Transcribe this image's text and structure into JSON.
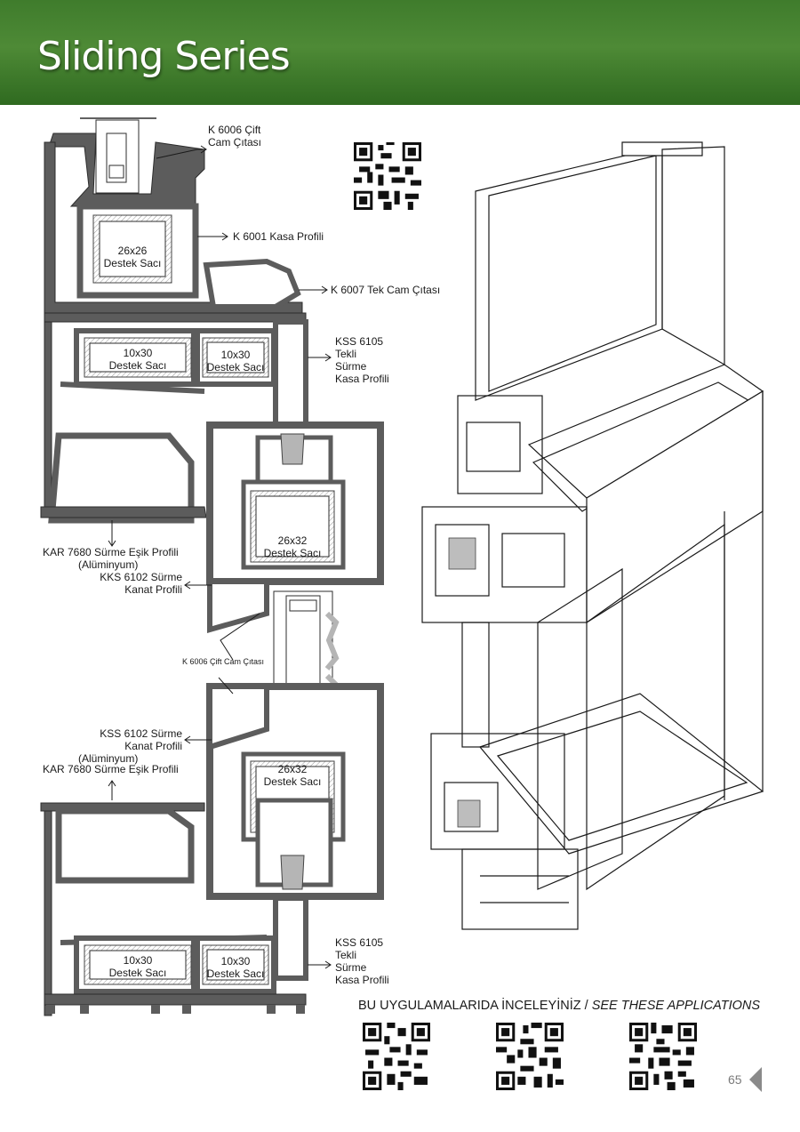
{
  "header": {
    "title": "Sliding Series"
  },
  "labels": {
    "k6006_top_1": "K 6006 Çift",
    "k6006_top_2": "Cam Çıtası",
    "k6001": "K 6001 Kasa Profili",
    "k6007": "K 6007 Tek Cam Çıtası",
    "kss6105_top_1": "KSS 6105",
    "kss6105_top_2": "Tekli",
    "kss6105_top_3": "Sürme",
    "kss6105_top_4": "Kasa Profili",
    "kar7680_top_1": "KAR 7680 Sürme Eşik Profili",
    "kar7680_top_2": "(Alüminyum)",
    "kks6102_top_1": "KKS 6102 Sürme",
    "kks6102_top_2": "Kanat Profili",
    "k6006_mid": "K 6006 Çift Cam Çıtası",
    "kss6102_bot_1": "KSS 6102 Sürme",
    "kss6102_bot_2": "Kanat Profili",
    "kar7680_bot_1": "(Alüminyum)",
    "kar7680_bot_2": "KAR 7680 Sürme Eşik Profili",
    "kss6105_bot_1": "KSS 6105",
    "kss6105_bot_2": "Tekli",
    "kss6105_bot_3": "Sürme",
    "kss6105_bot_4": "Kasa Profili"
  },
  "steel": {
    "s1_1": "26x26",
    "s1_2": "Destek Sacı",
    "s2_1": "10x30",
    "s2_2": "Destek Sacı",
    "s3_1": "10x30",
    "s3_2": "Destek Sacı",
    "s4_1": "26x32",
    "s4_2": "Destek Sacı",
    "s5_1": "26x32",
    "s5_2": "Destek Sacı",
    "s6_1": "10x30",
    "s6_2": "Destek Sacı",
    "s7_1": "10x30",
    "s7_2": "Destek Sacı"
  },
  "applications": {
    "title_tr": "BU UYGULAMALARIDA İNCELEYİNİZ",
    "separator": " / ",
    "title_en": "SEE THESE APPLICATIONS"
  },
  "page": {
    "number": "65"
  },
  "colors": {
    "header_green": "#3f7c2c",
    "profile_gray": "#5c5c5c",
    "gasket_gray": "#b5b5b5"
  },
  "icons": [
    "qr-code-icon",
    "page-arrow-icon"
  ]
}
